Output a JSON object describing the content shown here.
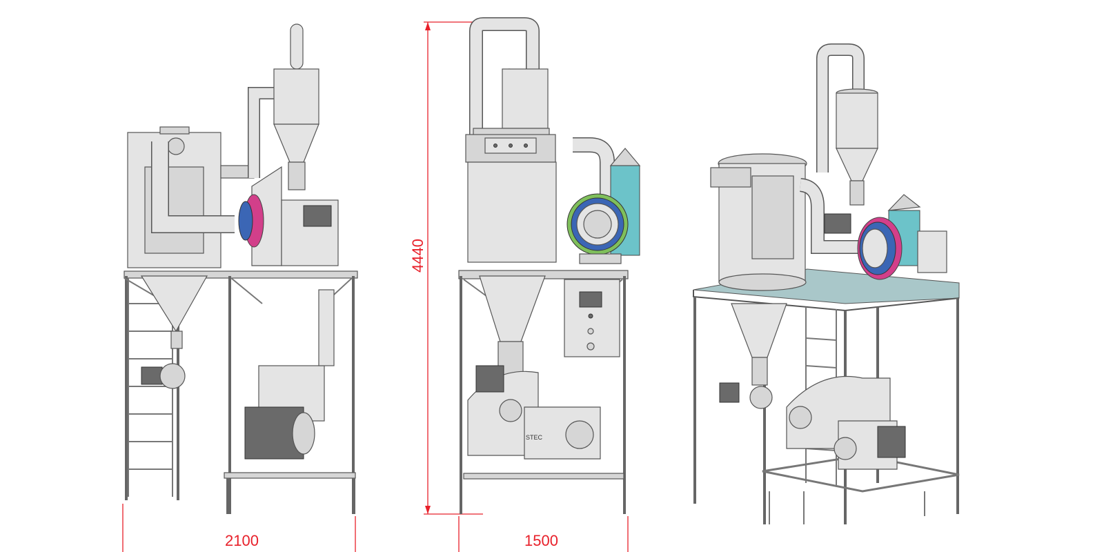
{
  "dimensions": {
    "width_left": "2100",
    "height": "4440",
    "width_center": "1500"
  },
  "colors": {
    "dimension": "#e8202a",
    "steel": "#e4e4e4",
    "fan_teal": "#6cc3c9",
    "fan_pink": "#d23f8a",
    "fan_blue": "#3b66b5"
  },
  "logo_text": "STEC"
}
